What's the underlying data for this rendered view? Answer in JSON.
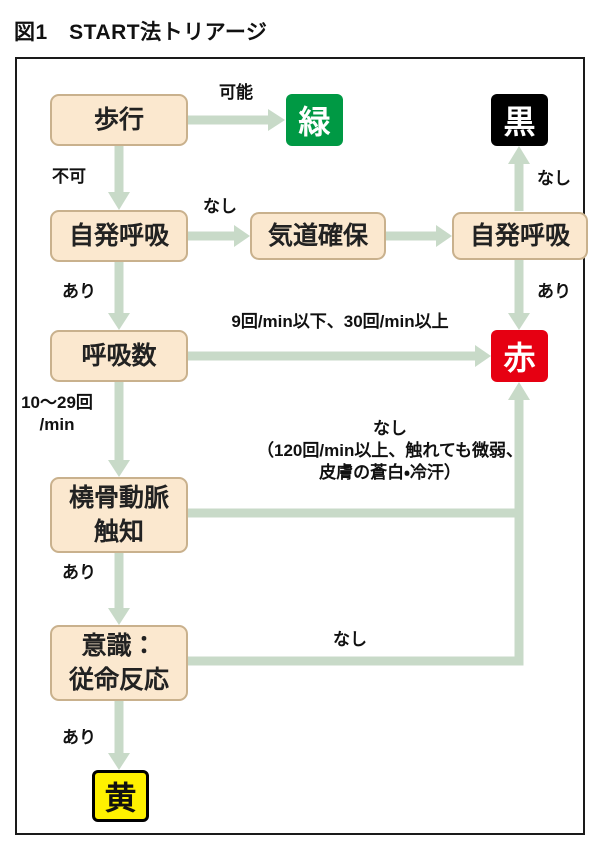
{
  "title": "図1　START法トリアージ",
  "nodes": {
    "walk": "歩行",
    "spont_breath_left": "自発呼吸",
    "airway": "気道確保",
    "spont_breath_right": "自発呼吸",
    "resp_rate": "呼吸数",
    "radial_pulse": "橈骨動脈\n触知",
    "consciousness": "意識：\n従命反応"
  },
  "outcomes": {
    "green": "緑",
    "black": "黒",
    "red": "赤",
    "yellow": "黄"
  },
  "labels": {
    "walk_possible": "可能",
    "walk_impossible": "不可",
    "breath_none": "なし",
    "breath_yes_left": "あり",
    "breath_none_right": "なし",
    "breath_yes_right": "あり",
    "resp_abnormal": "9回/min以下、30回/min以上",
    "resp_normal": "10〜29回\n/min",
    "pulse_none": "なし\n（120回/min以上、触れても微弱、\n皮膚の蒼白・冷汗）",
    "pulse_yes": "あり",
    "command_none": "なし",
    "command_yes": "あり"
  },
  "colors": {
    "green": "#009944",
    "black": "#000000",
    "red": "#E60012",
    "yellow": "#FFF100",
    "node_fill": "#FBE8CF",
    "node_border": "#C9B18D",
    "arrow": "#C8DAC8"
  }
}
